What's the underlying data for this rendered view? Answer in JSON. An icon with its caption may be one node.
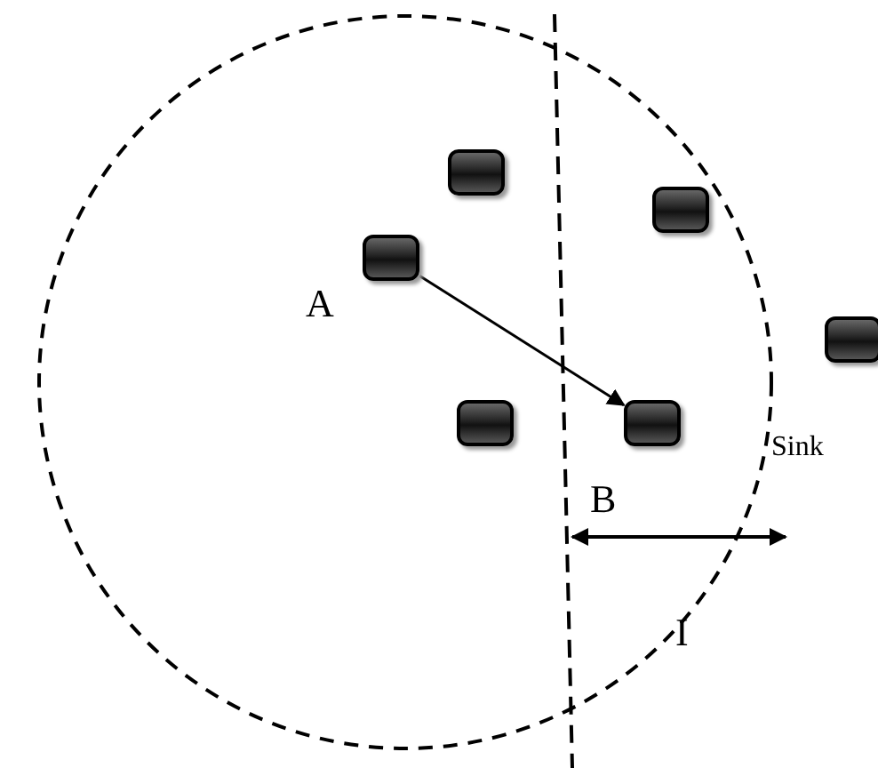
{
  "diagram": {
    "nodes": [
      {
        "text": [],
        "shape": "box"
      },
      {
        "text": [],
        "shape": "box"
      },
      {
        "text": [],
        "shape": "box",
        "beside": [
          "A"
        ]
      },
      {
        "text": [],
        "shape": "box",
        "beside": [
          "Sink"
        ]
      },
      {
        "text": [],
        "shape": "box"
      },
      {
        "text": [],
        "shape": "box"
      }
    ],
    "edges": [
      {
        "from": 2,
        "to": 5,
        "arrow": "to"
      }
    ],
    "labels": [
      "B",
      "I"
    ]
  }
}
